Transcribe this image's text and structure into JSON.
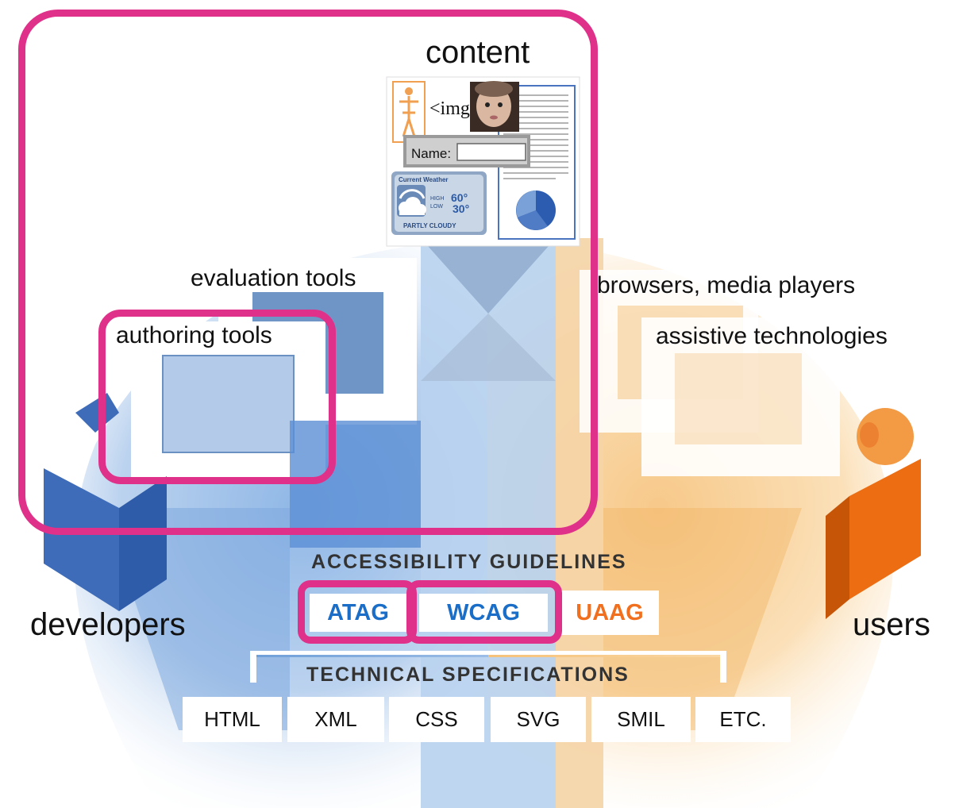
{
  "colors": {
    "developer_blue": "#4a78c0",
    "user_orange": "#f08a1e",
    "highlight": "#e0318a",
    "wcag_text": "#1a6ec8",
    "uaag_text": "#f07020"
  },
  "labels": {
    "content": "content",
    "evaluation_tools": "evaluation tools",
    "authoring_tools": "authoring tools",
    "browsers": "browsers, media players",
    "assistive": "assistive technologies",
    "developers": "developers",
    "users": "users"
  },
  "guidelines": {
    "heading": "ACCESSIBILITY GUIDELINES",
    "atag": "ATAG",
    "wcag": "WCAG",
    "uaag": "UAAG"
  },
  "specs": {
    "heading": "TECHNICAL SPECIFICATIONS",
    "items": [
      "HTML",
      "XML",
      "CSS",
      "SVG",
      "SMIL",
      "ETC."
    ]
  },
  "content_card": {
    "img_tag": "<img",
    "name_label": "Name:",
    "weather_title": "Current Weather",
    "weather_high_label": "HIGH",
    "weather_low_label": "LOW",
    "weather_high": "60°",
    "weather_low": "30°",
    "weather_condition": "PARTLY CLOUDY"
  },
  "icons": [
    "dancer-icon",
    "child-photo-icon",
    "cloud-icon",
    "pie-chart-icon",
    "developer-figure-icon",
    "user-figure-icon"
  ]
}
